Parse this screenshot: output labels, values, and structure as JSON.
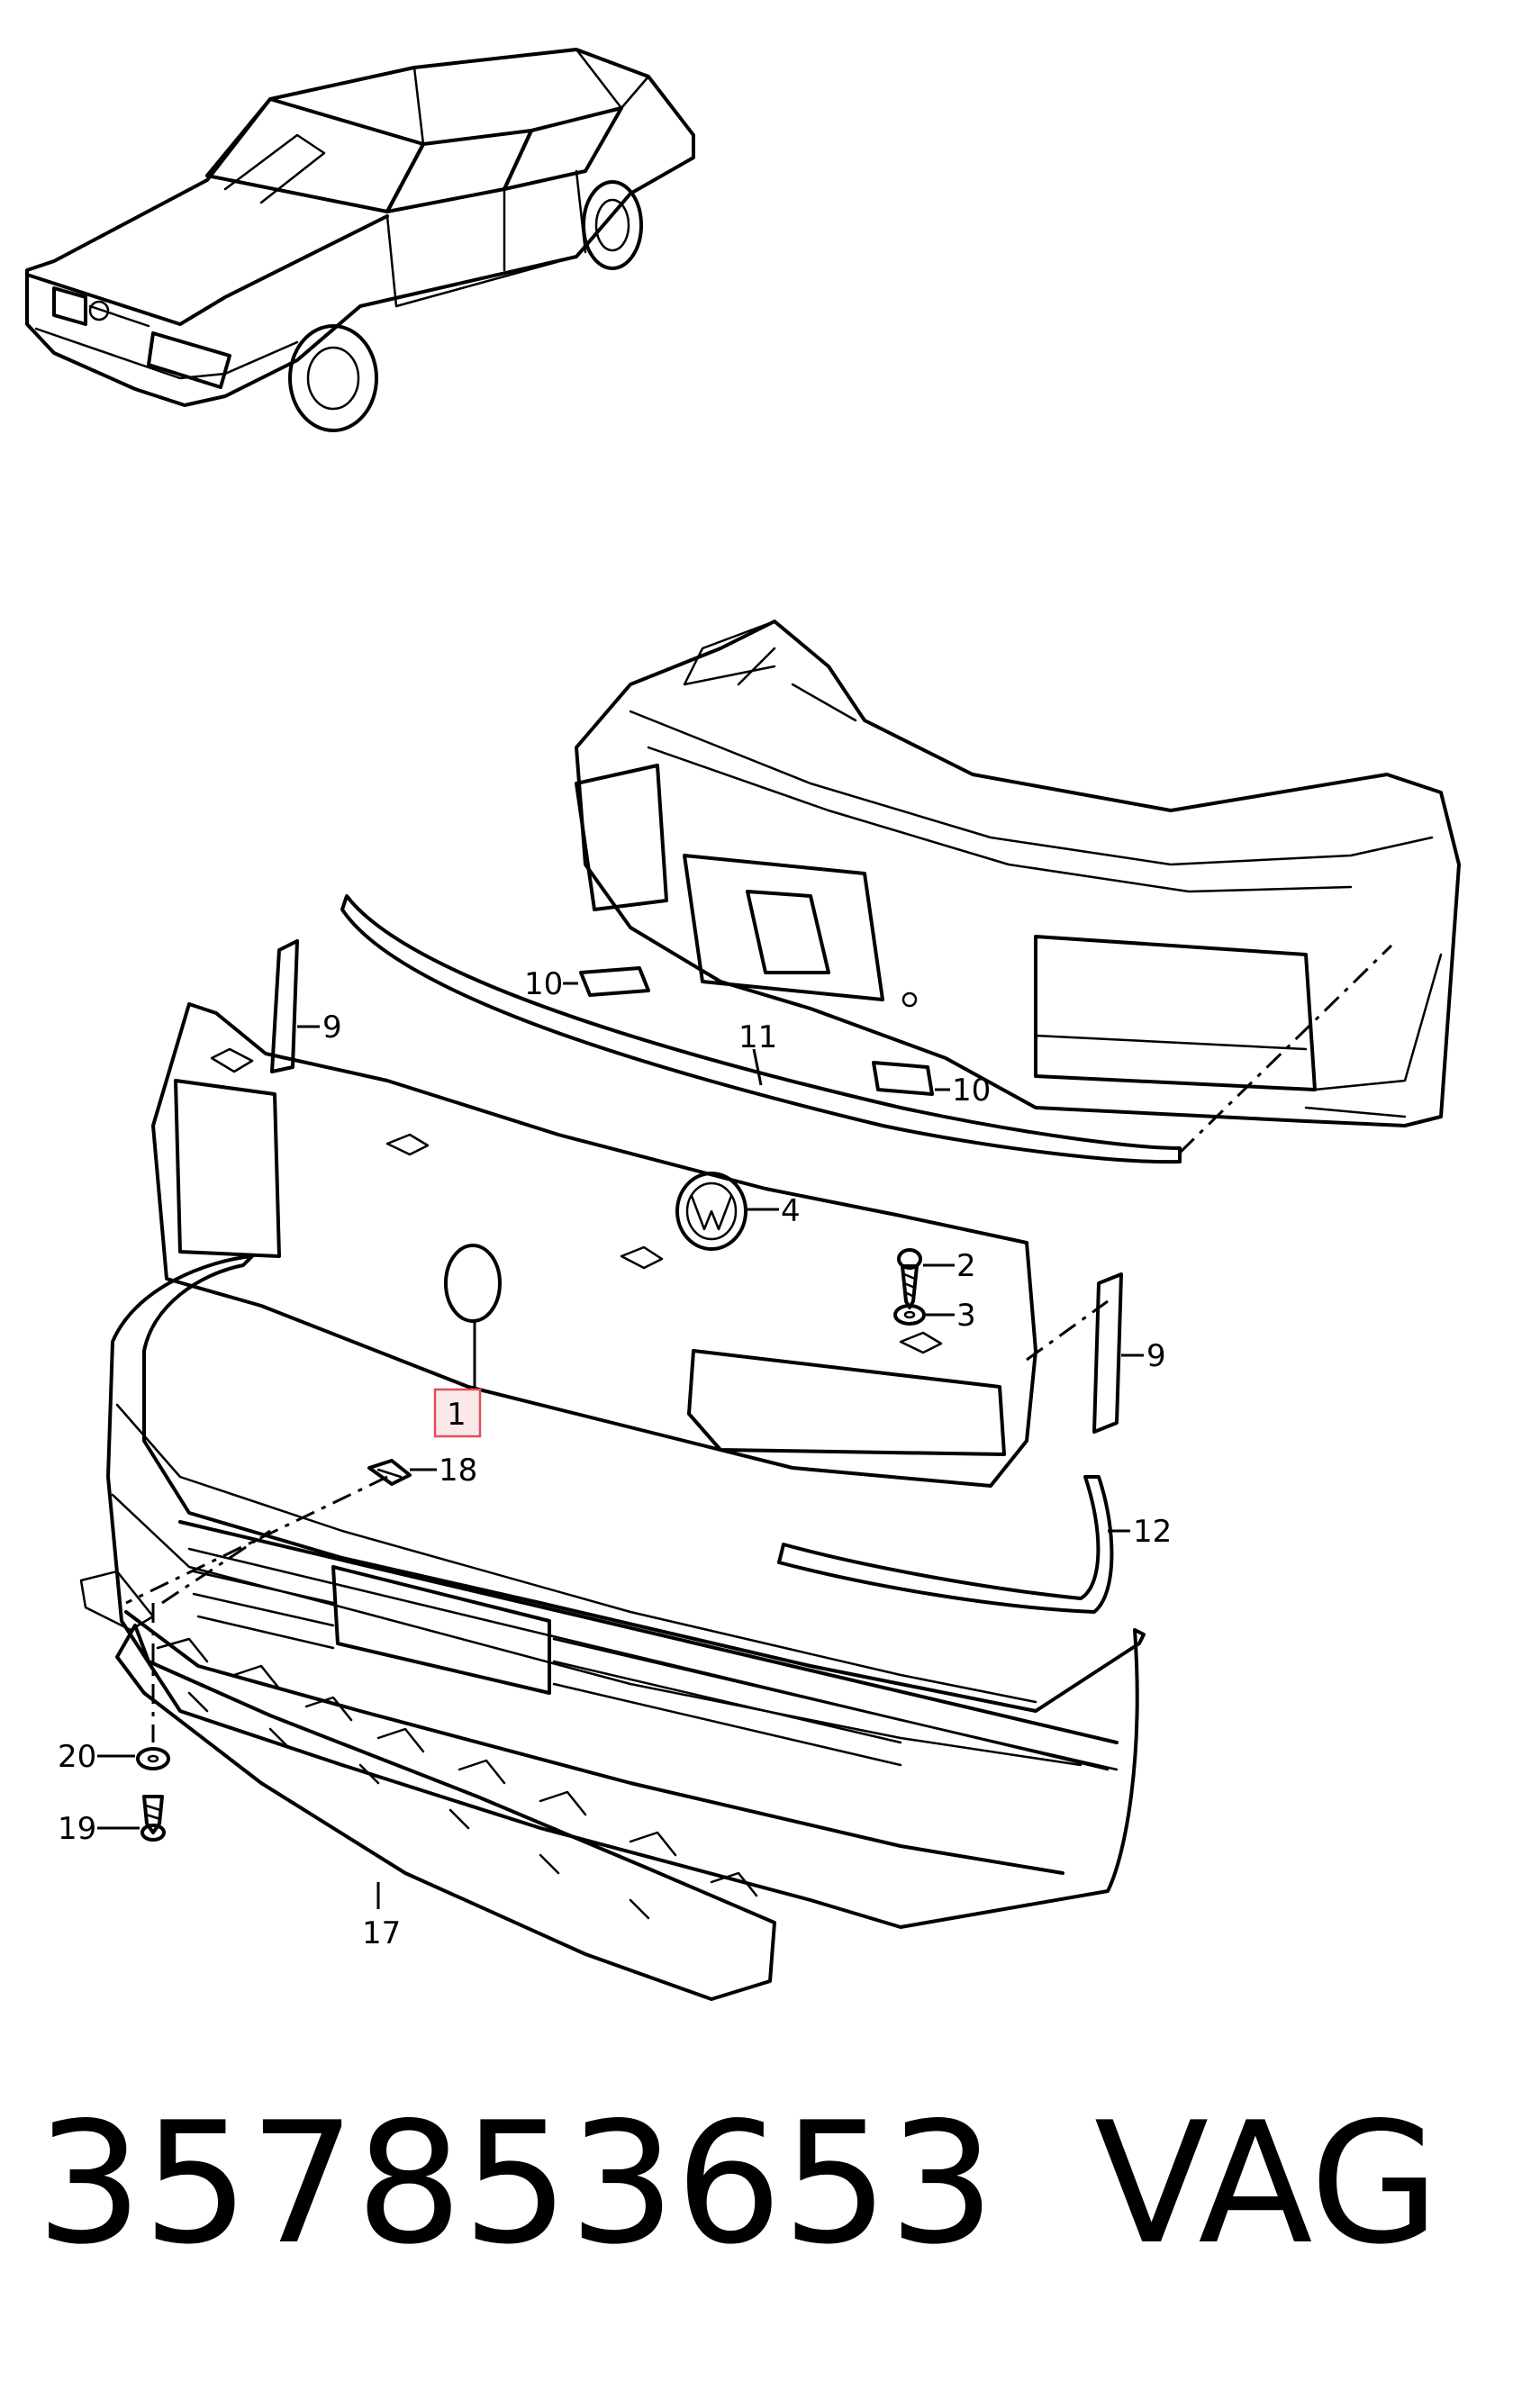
{
  "diagram": {
    "callouts": [
      {
        "id": "c1",
        "label": "1",
        "highlighted": true
      },
      {
        "id": "c2",
        "label": "2"
      },
      {
        "id": "c3",
        "label": "3"
      },
      {
        "id": "c4",
        "label": "4"
      },
      {
        "id": "c9a",
        "label": "9"
      },
      {
        "id": "c9b",
        "label": "9"
      },
      {
        "id": "c10a",
        "label": "10"
      },
      {
        "id": "c10b",
        "label": "10"
      },
      {
        "id": "c11",
        "label": "11"
      },
      {
        "id": "c12",
        "label": "12"
      },
      {
        "id": "c17",
        "label": "17"
      },
      {
        "id": "c18",
        "label": "18"
      },
      {
        "id": "c19",
        "label": "19"
      },
      {
        "id": "c20",
        "label": "20"
      }
    ],
    "highlight_color": "#e0505a"
  },
  "footer": {
    "part_number": "357853653",
    "brand": "VAG"
  }
}
